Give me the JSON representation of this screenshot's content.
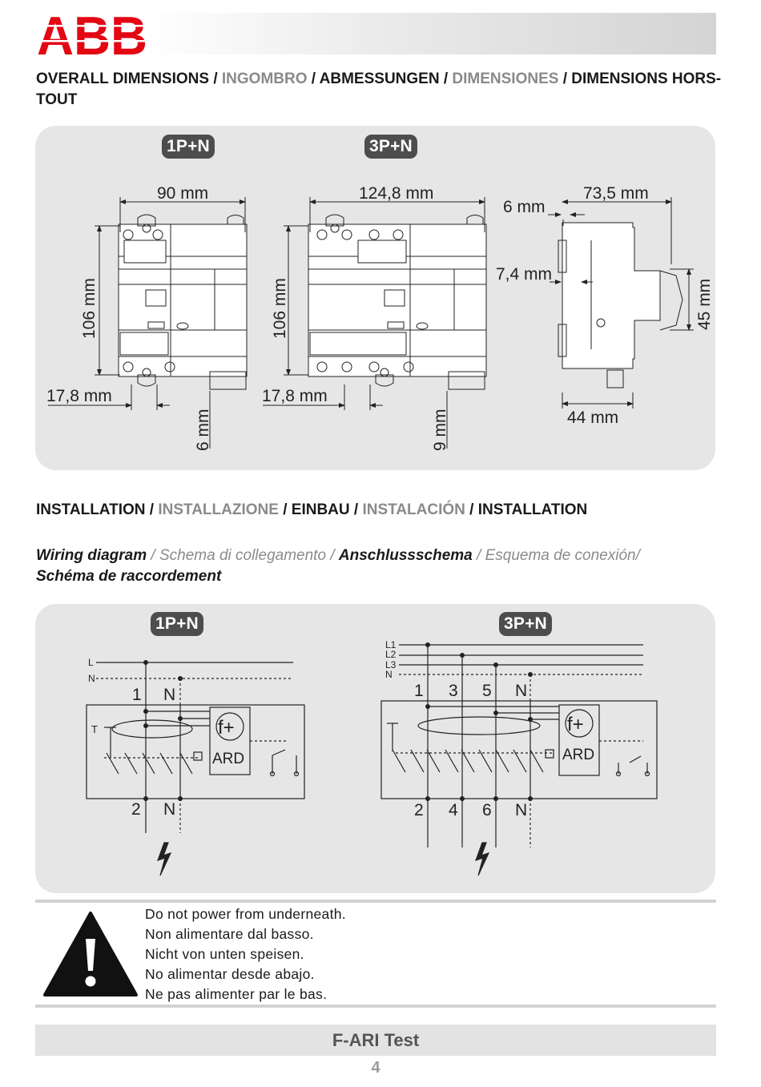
{
  "brand": {
    "logo_text": "ABB",
    "color": "#e30613"
  },
  "dimensions_section": {
    "title_parts": [
      "OVERALL DIMENSIONS",
      " / ",
      "INGOMBRO",
      " / ",
      "ABMESSUNGEN",
      " / ",
      "DIMENSIONES",
      " / ",
      "DIMENSIONS HORS-TOUT"
    ],
    "badges": [
      "1P+N",
      "3P+N"
    ],
    "labels": {
      "w_1p": "90 mm",
      "w_3p": "124,8 mm",
      "side_6": "6 mm",
      "side_w": "73,5 mm",
      "h_1p": "106 mm",
      "h_3p": "106 mm",
      "side_74": "7,4 mm",
      "side_45": "45 mm",
      "offset_1p": "17,8 mm",
      "offset_3p": "17,8 mm",
      "bottom_1p": "6 mm",
      "bottom_3p": "9 mm",
      "side_44": "44 mm"
    }
  },
  "installation": {
    "title_parts": [
      "INSTALLATION",
      " / ",
      "INSTALLAZIONE",
      " / ",
      "EINBAU",
      " / ",
      "INSTALACIÓN",
      " / ",
      "INSTALLATION"
    ]
  },
  "wiring": {
    "title_parts": [
      "Wiring diagram",
      " / ",
      "Schema di collegamento",
      " / ",
      "Anschlussschema",
      " / ",
      "Esquema de conexión",
      "/ ",
      "Schéma de raccordement"
    ],
    "badges": [
      "1P+N",
      "3P+N"
    ],
    "d1": {
      "L": "L",
      "N": "N",
      "top": [
        "1",
        "N"
      ],
      "bottom": [
        "2",
        "N"
      ],
      "t": "T",
      "f": "f+",
      "ard": "ARD"
    },
    "d3": {
      "lines": [
        "L1",
        "L2",
        "L3",
        "N"
      ],
      "top": [
        "1",
        "3",
        "5",
        "N"
      ],
      "bottom": [
        "2",
        "4",
        "6",
        "N"
      ],
      "f": "f+",
      "ard": "ARD"
    }
  },
  "warning": {
    "lines": [
      "Do not power from underneath.",
      "Non alimentare dal basso.",
      "Nicht von unten speisen.",
      "No alimentar desde abajo.",
      "Ne pas alimenter par le bas."
    ]
  },
  "footer": {
    "product": "F-ARI Test",
    "page": "4"
  }
}
